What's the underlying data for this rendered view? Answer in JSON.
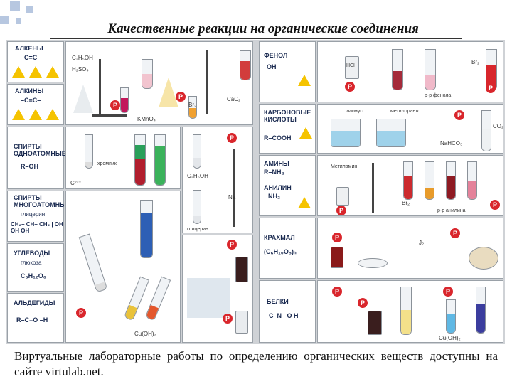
{
  "title": "Качественные реакции на органические соединения",
  "caption": "Виртуальные лабораторные работы по определению органических веществ доступны на сайте virtulab.net.",
  "left_column": [
    {
      "label": "АЛКЕНЫ",
      "formula": "–C=C–"
    },
    {
      "label": "АЛКИНЫ",
      "formula": "–C≡C–"
    },
    {
      "label": "СПИРТЫ ОДНОАТОМНЫЕ",
      "formula": "R–OH"
    },
    {
      "label": "СПИРТЫ МНОГОАТОМНЫЕ",
      "sublabel": "глицерин",
      "formula": "CH₂– CH– CH₂ | OH OH OH"
    },
    {
      "label": "УГЛЕВОДЫ",
      "sublabel": "глюкоза",
      "formula": "C₆H₁₂O₆"
    },
    {
      "label": "АЛЬДЕГИДЫ",
      "formula": "R–C=O –H"
    }
  ],
  "right_column": [
    {
      "label": "ФЕНОЛ",
      "formula": "OH"
    },
    {
      "label": "КАРБОНОВЫЕ КИСЛОТЫ",
      "formula": "R–COOH"
    },
    {
      "label": "АМИНЫ",
      "formula": "R–NH₂"
    },
    {
      "label": "АНИЛИН",
      "formula": "NH₂"
    },
    {
      "label": "КРАХМАЛ",
      "formula": "(C₆H₁₀O₅)ₙ"
    },
    {
      "label": "БЕЛКИ",
      "formula": "–C–N– O H"
    }
  ],
  "reagents": {
    "c2h5oh": "C₂H₅OH",
    "h2so4": "H₂SO₄",
    "kmno4": "KMnO₄",
    "br2": "Br₂",
    "cac2": "CaC₂",
    "cr": "Cr³⁺",
    "hromik": "хромпик",
    "c2h5oh2": "C₂H₅OH",
    "na": "Na",
    "glycerin": "глицерин",
    "cuoh2": "Cu(OH)₂",
    "hcl": "HCl",
    "br2b": "Br₂",
    "phenol_sol": "р-р фенола",
    "lakmus": "лакмус",
    "metiloranzh": "метилоранж",
    "co2": "CO₂",
    "nahco3": "NaHCO₃",
    "metilamin": "Метиламин",
    "br2c": "Br₂",
    "anilin_sol": "р-р анилина",
    "i2": "J₂",
    "cuoh2b": "Cu(OH)₂",
    "p": "P"
  },
  "colors": {
    "hazard": "#f5c300",
    "p_badge": "#d9262c",
    "label_text": "#1a2a50",
    "poster_bg": "#cfd2d6"
  }
}
